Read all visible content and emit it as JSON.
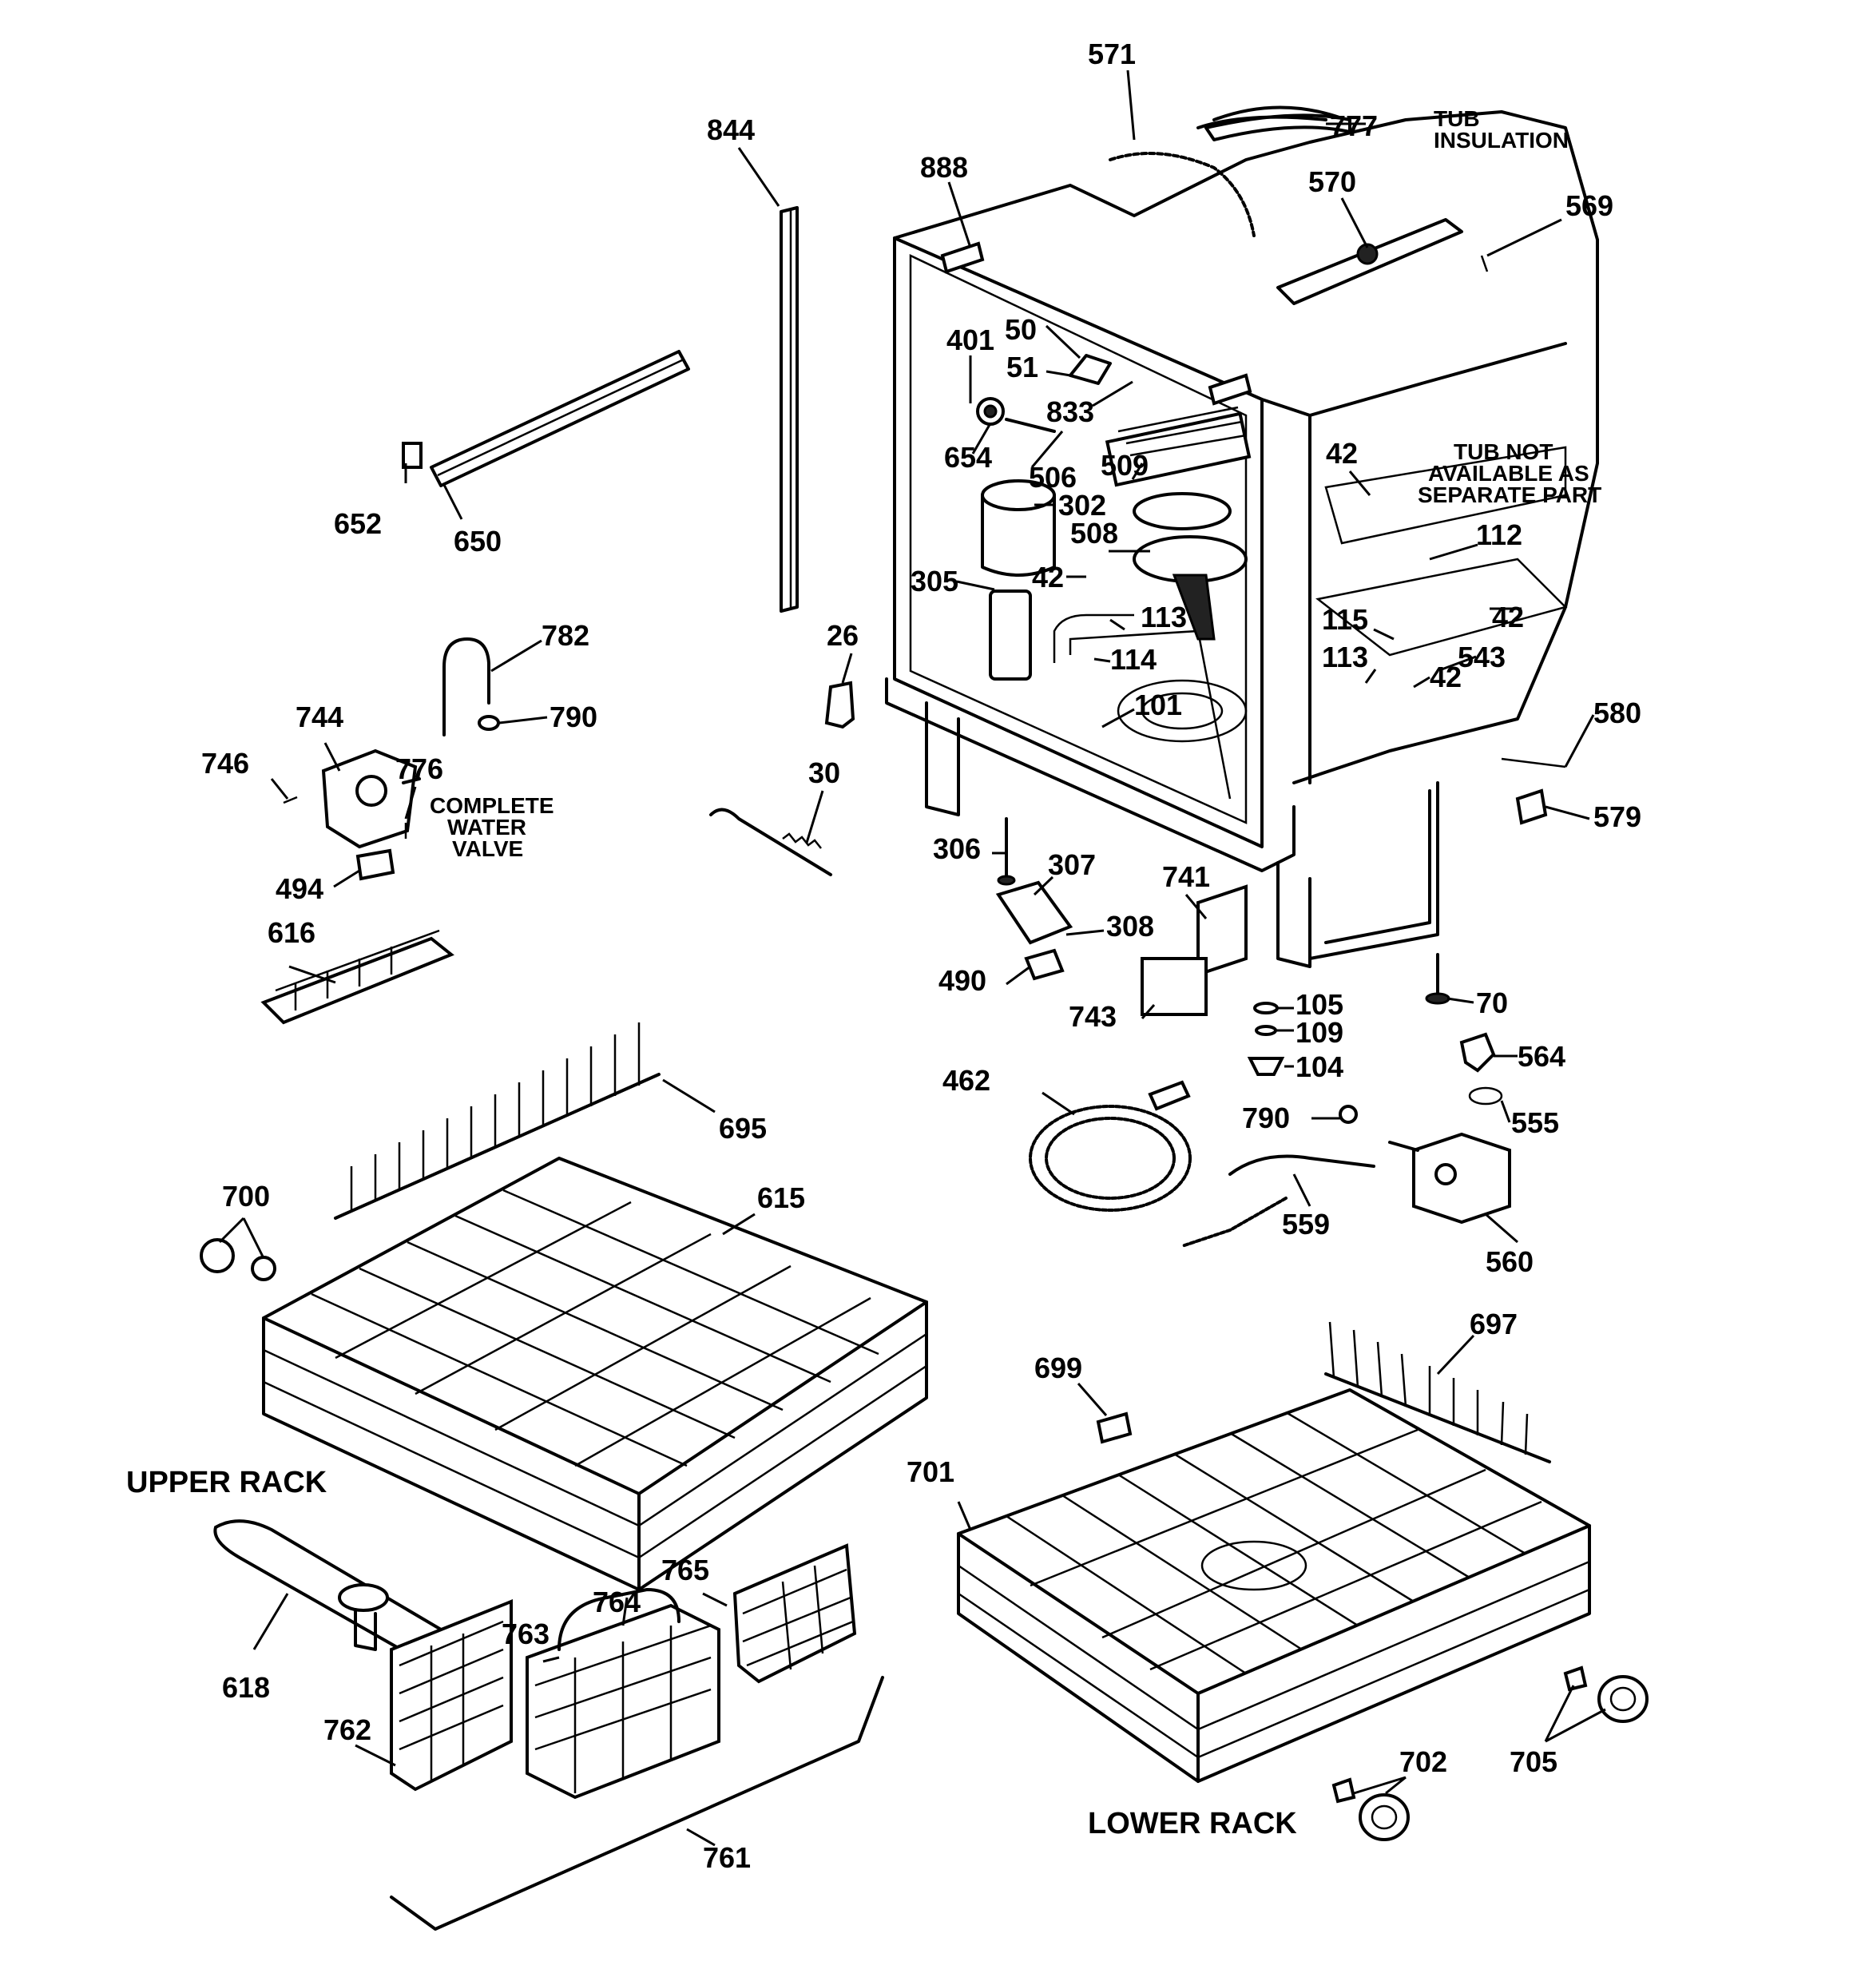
{
  "labels": {
    "p571": "571",
    "p777": "777",
    "p844": "844",
    "p888": "888",
    "p570": "570",
    "p569": "569",
    "p401": "401",
    "p50": "50",
    "p51": "51",
    "p833": "833",
    "p652": "652",
    "p650": "650",
    "p654": "654",
    "p506": "506",
    "p509": "509",
    "p42a": "42",
    "p302": "302",
    "p508": "508",
    "p112": "112",
    "p305": "305",
    "p42b": "42",
    "p113a": "113",
    "p42c": "42",
    "p115": "115",
    "p543": "543",
    "p26": "26",
    "p114": "114",
    "p113b": "113",
    "p42d": "42",
    "p782": "782",
    "p101": "101",
    "p580": "580",
    "p744": "744",
    "p790a": "790",
    "p746": "746",
    "p776": "776",
    "p30": "30",
    "p579": "579",
    "p306": "306",
    "p307": "307",
    "p741": "741",
    "p494": "494",
    "p308": "308",
    "p616": "616",
    "p490": "490",
    "p70": "70",
    "p743": "743",
    "p105": "105",
    "p109": "109",
    "p564": "564",
    "p104": "104",
    "p462": "462",
    "p790b": "790",
    "p555": "555",
    "p695": "695",
    "p615": "615",
    "p700": "700",
    "p559": "559",
    "p560": "560",
    "p697": "697",
    "p699": "699",
    "p701": "701",
    "p765": "765",
    "p764": "764",
    "p763": "763",
    "p618": "618",
    "p762": "762",
    "p702": "702",
    "p705": "705",
    "p761": "761"
  },
  "notes": {
    "tub_insulation_1": "TUB",
    "tub_insulation_2": "INSULATION",
    "tub_na_1": "TUB NOT",
    "tub_na_2": "AVAILABLE AS",
    "tub_na_3": "SEPARATE PART",
    "water_valve_1": "COMPLETE",
    "water_valve_2": "WATER",
    "water_valve_3": "VALVE"
  },
  "sections": {
    "upper_rack": "UPPER RACK",
    "lower_rack": "LOWER RACK"
  }
}
